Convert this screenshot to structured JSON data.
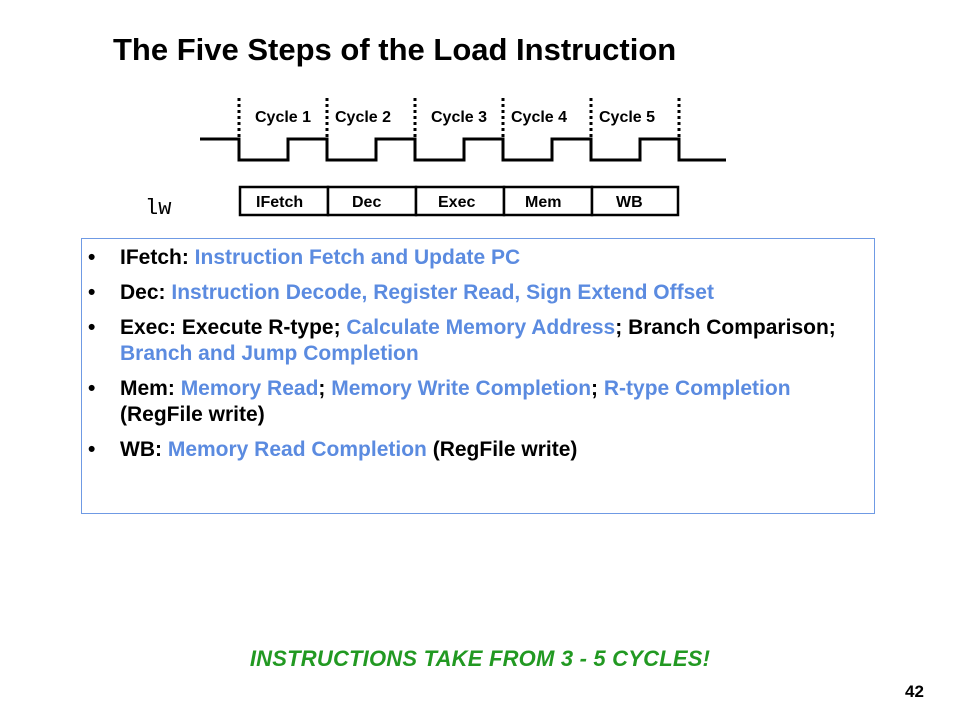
{
  "title": "The Five Steps of the Load Instruction",
  "timing": {
    "cycles": [
      "Cycle 1",
      "Cycle 2",
      "Cycle 3",
      "Cycle 4",
      "Cycle 5"
    ],
    "instruction": "lw",
    "stages": [
      "IFetch",
      "Dec",
      "Exec",
      "Mem",
      "WB"
    ]
  },
  "bullets": [
    {
      "segments": [
        {
          "text": "IFetch: ",
          "color": "black"
        },
        {
          "text": "Instruction Fetch and Update PC",
          "color": "blue"
        }
      ]
    },
    {
      "segments": [
        {
          "text": "Dec: ",
          "color": "black"
        },
        {
          "text": "Instruction Decode, Register Read, Sign Extend Offset",
          "color": "blue"
        }
      ]
    },
    {
      "segments": [
        {
          "text": "Exec: Execute R-type; ",
          "color": "black"
        },
        {
          "text": "Calculate Memory Address",
          "color": "blue"
        },
        {
          "text": "; Branch Comparison; ",
          "color": "black"
        },
        {
          "text": "Branch and Jump Completion",
          "color": "blue"
        }
      ]
    },
    {
      "segments": [
        {
          "text": "Mem: ",
          "color": "black"
        },
        {
          "text": "Memory Read",
          "color": "blue"
        },
        {
          "text": "; ",
          "color": "black"
        },
        {
          "text": "Memory Write Completion",
          "color": "blue"
        },
        {
          "text": "; ",
          "color": "black"
        },
        {
          "text": "R-type Completion",
          "color": "blue"
        },
        {
          "text": " (RegFile write)",
          "color": "black"
        }
      ]
    },
    {
      "segments": [
        {
          "text": "WB:  ",
          "color": "black"
        },
        {
          "text": "Memory Read Completion",
          "color": "blue"
        },
        {
          "text": " (RegFile write)",
          "color": "black"
        }
      ]
    }
  ],
  "bullet_char": "•",
  "footer": "INSTRUCTIONS TAKE FROM 3 - 5 CYCLES!",
  "page_number": "42",
  "colors": {
    "blue": "#5b8be0",
    "black": "#000000",
    "footer": "#229922",
    "box_border": "#6f9ae4"
  }
}
